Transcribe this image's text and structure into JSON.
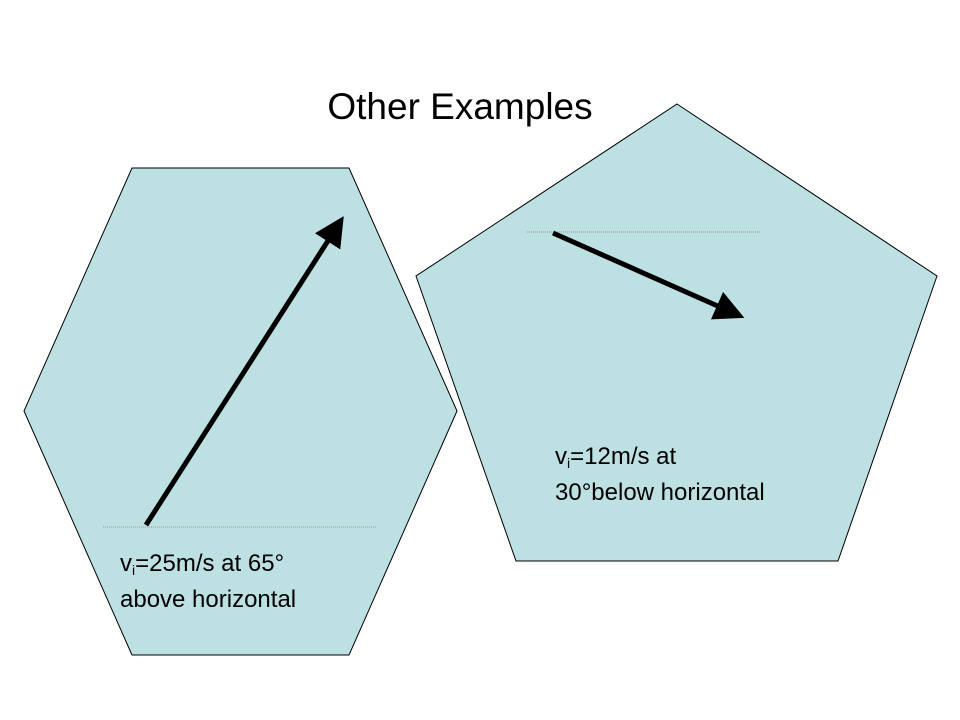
{
  "slide": {
    "title": "Other Examples"
  },
  "examples": [
    {
      "shape": "hexagon",
      "var_base": "v",
      "var_sub": "i",
      "line1_rest": "=25m/s at 65°",
      "line2": "above horizontal",
      "angle_deg": 65,
      "direction": "above horizontal"
    },
    {
      "shape": "pentagon",
      "var_base": "v",
      "var_sub": "i",
      "line1_rest": "=12m/s at",
      "line2": "30°below horizontal",
      "angle_deg": 30,
      "direction": "below horizontal"
    }
  ],
  "colors": {
    "shape_fill": "#bde0e3",
    "shape_stroke": "#000000",
    "arrow": "#000000",
    "reference_line": "#9a9a9a",
    "text": "#000000"
  }
}
